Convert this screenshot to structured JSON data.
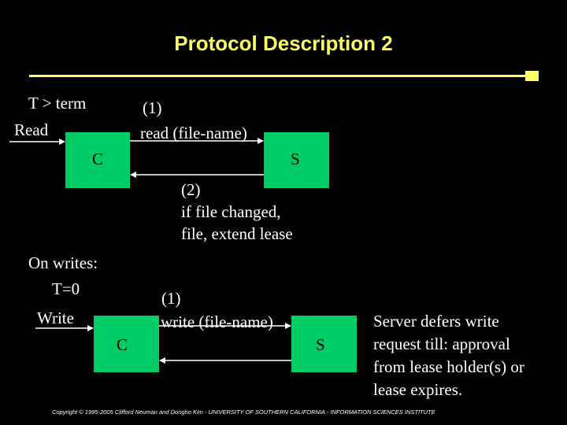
{
  "slide": {
    "title": "Protocol Description 2",
    "footer": "Copyright © 1995-2005 Clifford Neuman and Dongho Kim - UNIVERSITY OF SOUTHERN CALIFORNIA - INFORMATION SCIENCES INSTITUTE"
  },
  "read_scenario": {
    "condition": "T > term",
    "trigger": "Read",
    "client_label": "C",
    "server_label": "S",
    "request_step": "(1)",
    "request_text": "read (file-name)",
    "reply_step": "(2)",
    "reply_line1": "if file changed,",
    "reply_line2": "file, extend lease"
  },
  "write_scenario": {
    "heading": "On writes:",
    "condition": "T=0",
    "trigger": "Write",
    "client_label": "C",
    "server_label": "S",
    "request_step": "(1)",
    "request_text": "write (file-name)",
    "note_line1": "Server defers write",
    "note_line2": "request till: approval",
    "note_line3": "from lease holder(s) or",
    "note_line4": "lease expires."
  },
  "colors": {
    "title": "#ffff66",
    "box_fill": "#00cc66",
    "background": "#000000",
    "text": "#ffffff"
  }
}
